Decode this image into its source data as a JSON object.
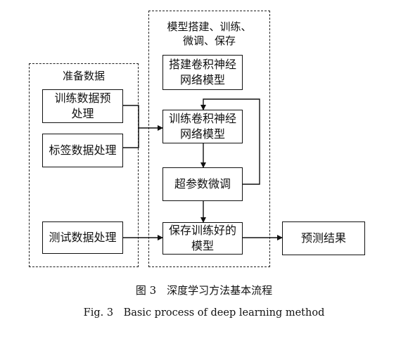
{
  "groups": {
    "prepare": {
      "title": "准备数据"
    },
    "model": {
      "title_line1": "模型搭建、训练、",
      "title_line2": "微调、保存"
    }
  },
  "nodes": {
    "train_preprocess": {
      "line1": "训练数据预",
      "line2": "处理"
    },
    "label_process": {
      "line1": "标签数据处理"
    },
    "test_process": {
      "line1": "测试数据处理"
    },
    "build_cnn": {
      "line1": "搭建卷积神经",
      "line2": "网络模型"
    },
    "train_cnn": {
      "line1": "训练卷积神经",
      "line2": "网络模型"
    },
    "hyper_tune": {
      "line1": "超参数微调"
    },
    "save_model": {
      "line1": "保存训练好的",
      "line2": "模型"
    },
    "predict_result": {
      "line1": "预测结果"
    }
  },
  "caption": {
    "zh": "图 3　深度学习方法基本流程",
    "en": "Fig. 3　Basic process of deep learning method"
  }
}
